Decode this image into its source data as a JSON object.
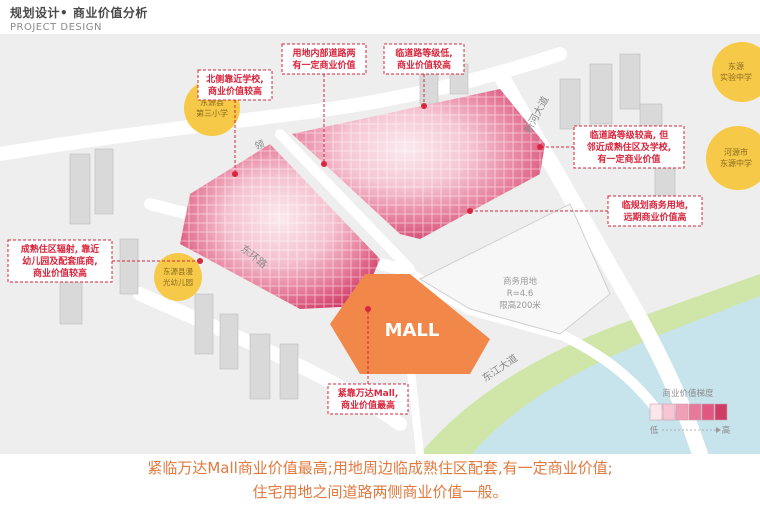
{
  "header": {
    "title": "规划设计• 商业价值分析",
    "subtitle": "PROJECT DESIGN"
  },
  "map": {
    "mall_label": "MALL",
    "road_labels": {
      "xinhe": "新河大道",
      "dongjiang": "东江大道",
      "ling": "领",
      "left_road": "东环路"
    },
    "parcel_label": [
      "商务用地",
      "R=4.6",
      "限高200米"
    ],
    "schools": [
      {
        "lines": [
          "东源县",
          "第三小学"
        ]
      },
      {
        "lines": [
          "东源县漫",
          "光幼儿园"
        ]
      },
      {
        "lines": [
          "东源",
          "实验中学"
        ]
      },
      {
        "lines": [
          "河源市",
          "东源中学"
        ]
      }
    ],
    "annotations": {
      "north_school": [
        "北侧靠近学校,",
        "商业价值较高"
      ],
      "inner_road": [
        "用地内部道路两",
        "有一定商业价值"
      ],
      "low_grade_road": [
        "临道路等级低,",
        "商业价值较高"
      ],
      "high_grade_road": [
        "临道路等级较高, 但",
        "邻近成熟住区及学校,",
        "有一定商业价值"
      ],
      "business_plan": [
        "临规划商务用地,",
        "远期商业价值高"
      ],
      "mature_residential": [
        "成熟住区辐射, 靠近",
        "幼儿园及配套底商,",
        "商业价值较高"
      ],
      "mall_adjacent": [
        "紧靠万达Mall,",
        "商业价值最高"
      ]
    },
    "legend": {
      "title": "商业价值梯度",
      "low": "低",
      "high": "高",
      "colors": [
        "#fbe6ec",
        "#f6c4d2",
        "#f09fb6",
        "#e8799a",
        "#de587f",
        "#cf3d66"
      ]
    },
    "colors": {
      "accent": "#d7263d",
      "mall": "#f2874a",
      "school": "#f7c948",
      "water": "#c7e3ec",
      "green": "#cfe6a8"
    }
  },
  "footer": {
    "line1": "紧临万达Mall商业价值最高;用地周边临成熟住区配套,有一定商业价值;",
    "line2": "住宅用地之间道路两侧商业价值一般。"
  }
}
